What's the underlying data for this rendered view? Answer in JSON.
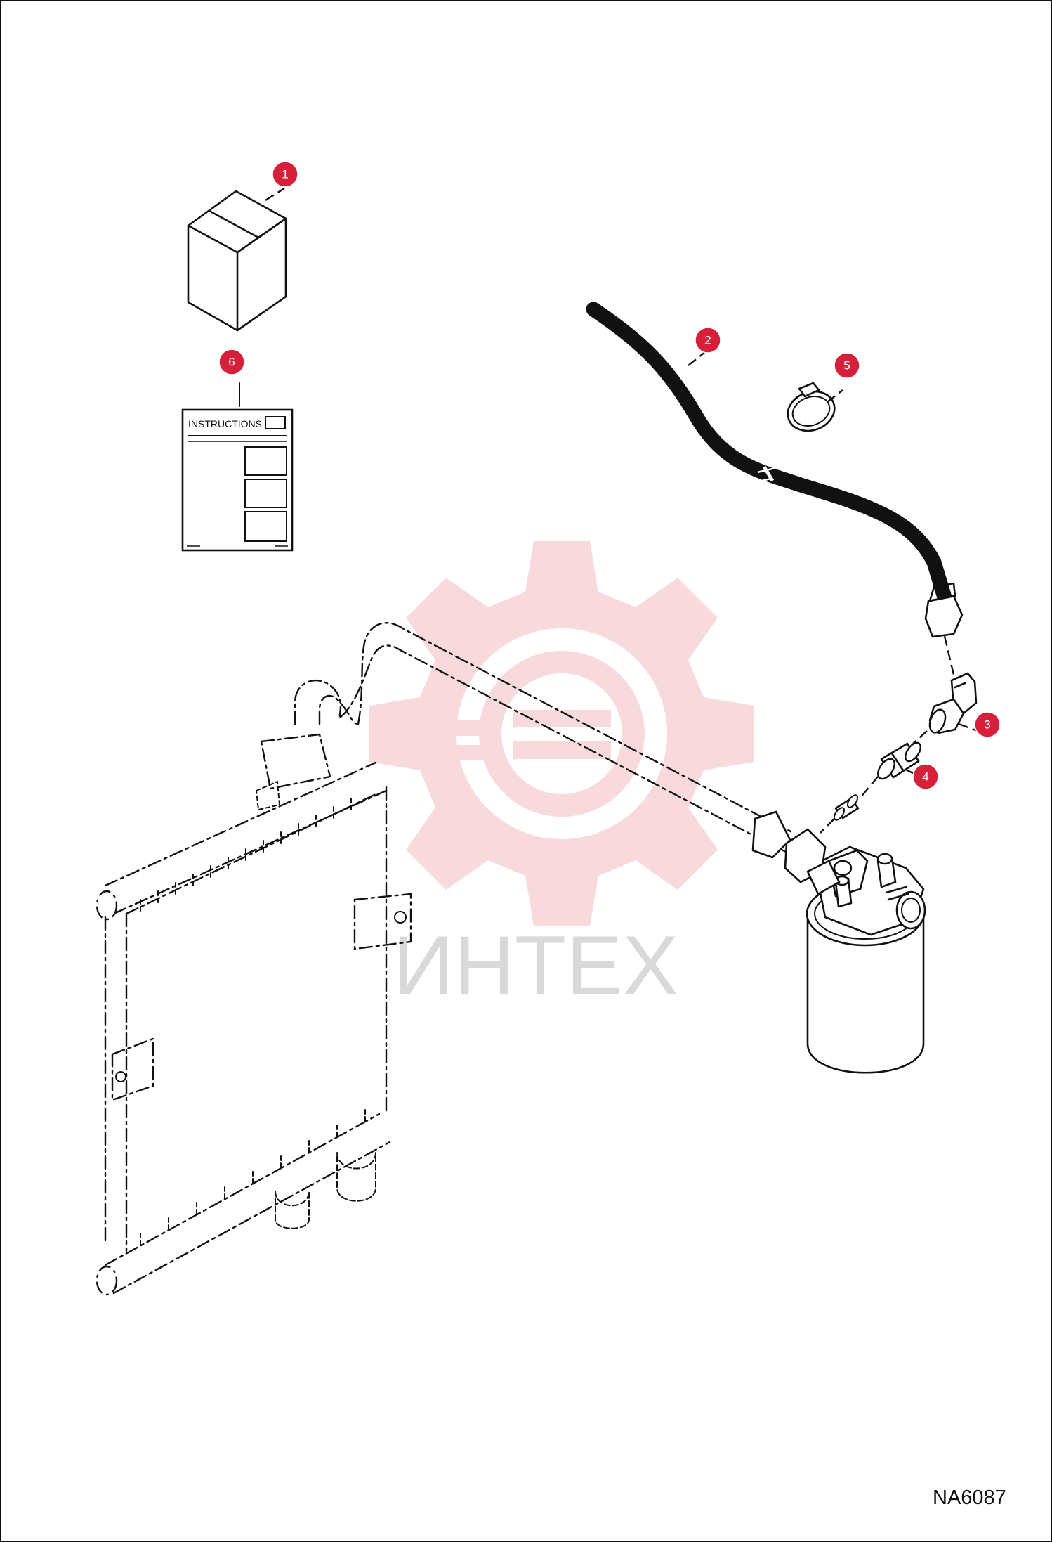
{
  "drawing_code": "NA6087",
  "watermark": {
    "text": "ИНТЕХ",
    "gear_color": "#f7d3d6",
    "text_color": "#d9d9d9"
  },
  "instructions_label": "INSTRUCTIONS",
  "callout_color": "#d6203a",
  "callouts": [
    {
      "id": "1",
      "part": "box-kit"
    },
    {
      "id": "2",
      "part": "hydraulic-hose"
    },
    {
      "id": "3",
      "part": "elbow-fitting"
    },
    {
      "id": "4",
      "part": "adapter-fitting"
    },
    {
      "id": "5",
      "part": "hose-clamp"
    },
    {
      "id": "6",
      "part": "instructions-sheet"
    }
  ]
}
